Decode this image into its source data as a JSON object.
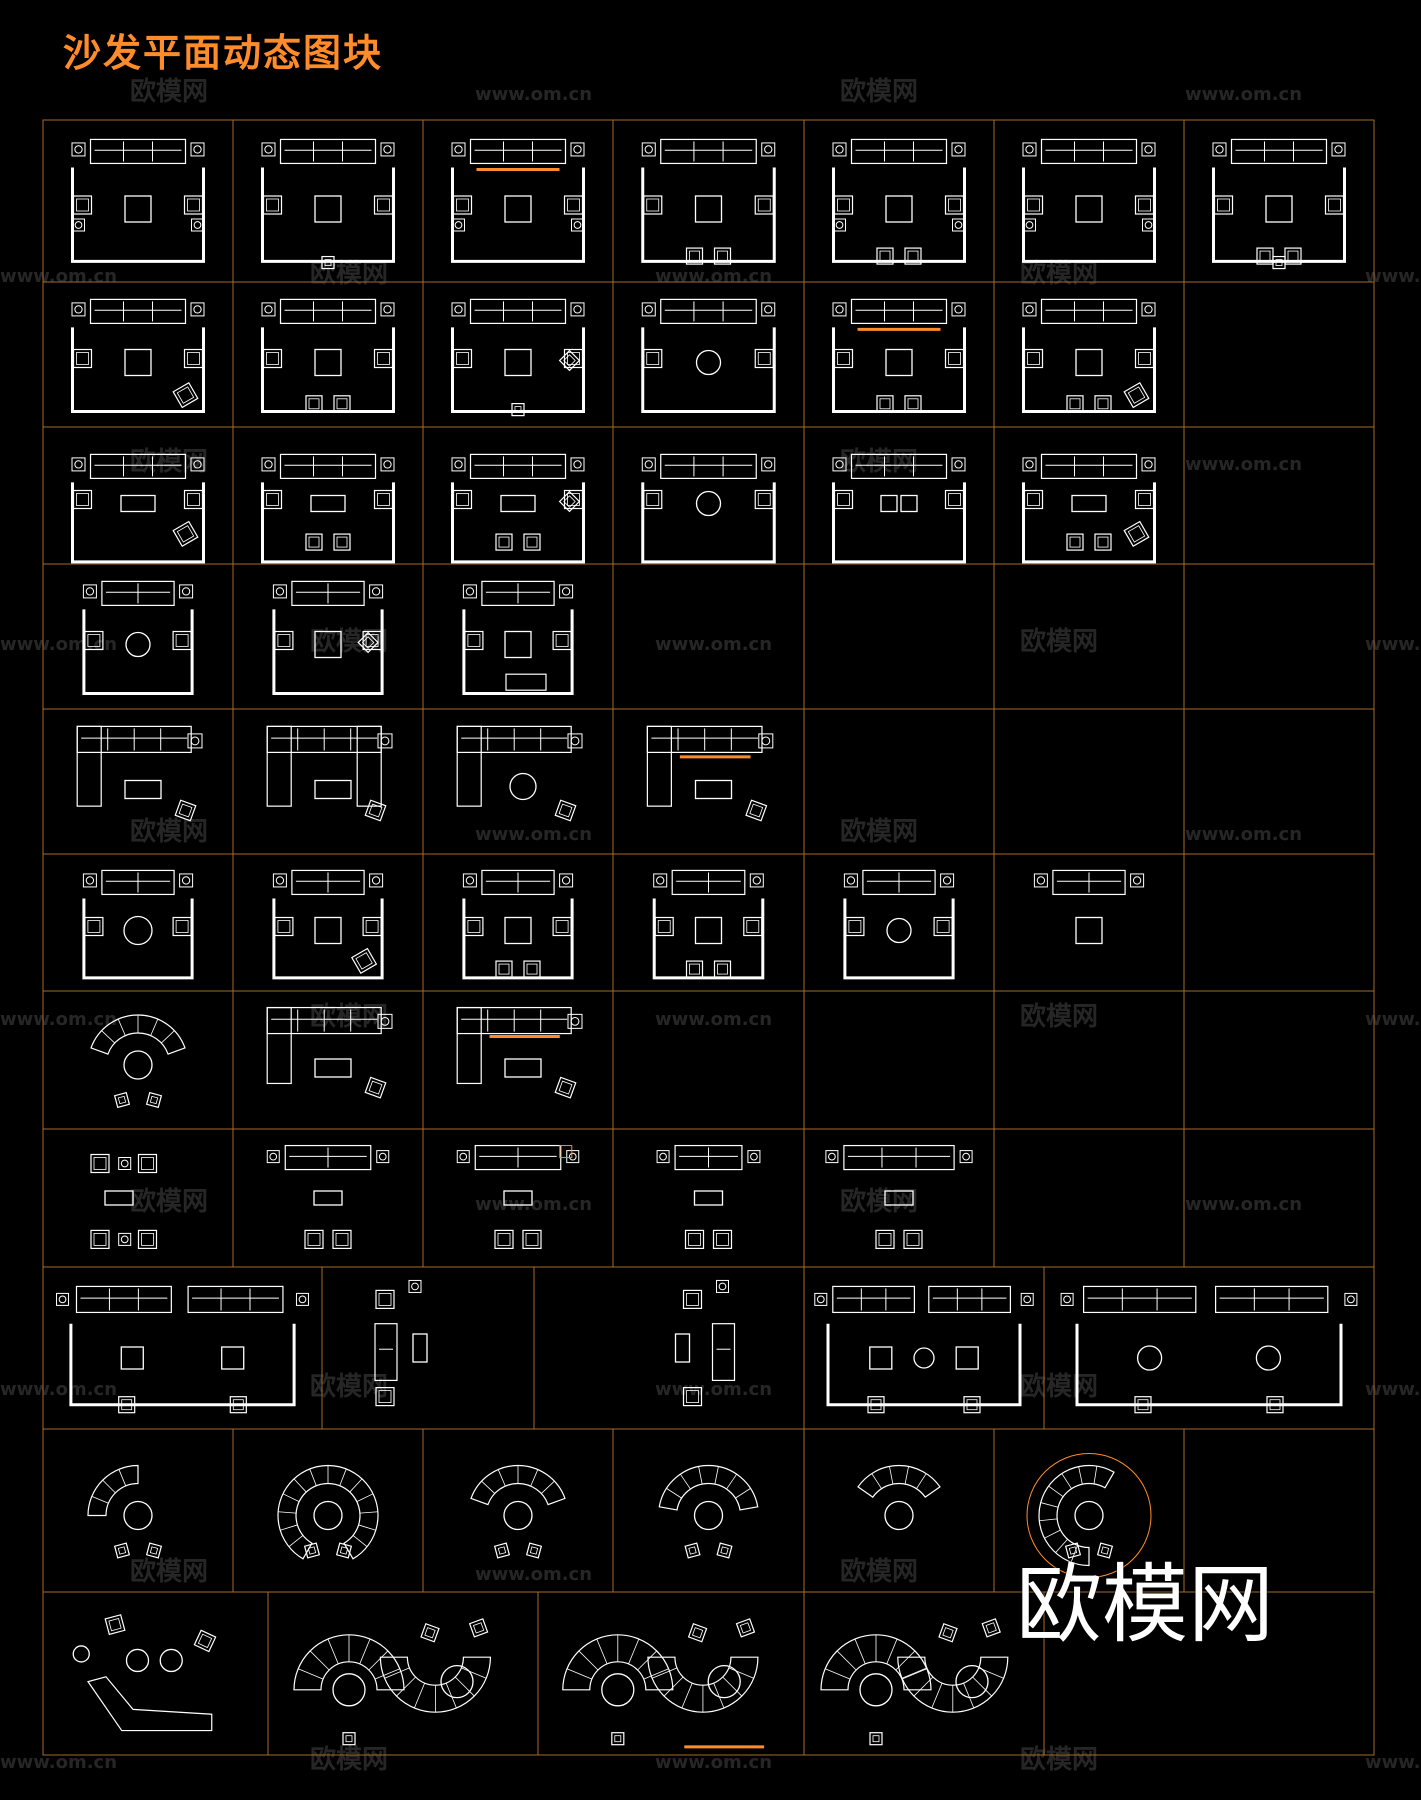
{
  "title": "沙发平面动态图块",
  "brand_watermark": "欧模网",
  "watermark_cn": "欧模网",
  "watermark_url": "www.om.cn",
  "colors": {
    "background": "#000000",
    "grid_line": "#a56a2a",
    "title": "#ff8c2a",
    "symbol_stroke": "#ffffff",
    "accent_line": "#ff8c2a",
    "watermark": "#262626",
    "brand": "#ffffff"
  },
  "sheet": {
    "rows": [
      {
        "cells": [
          "lounge-square-ends",
          "lounge-square-ottoman",
          "lounge-square-lamps-accent",
          "lounge-six-chairs",
          "lounge-four-chairs-ends",
          "lounge-three-per-side",
          "lounge-ottomans-pair"
        ]
      },
      {
        "cells": [
          "lounge-chair-angled",
          "lounge-bottom-chairs",
          "lounge-diamond-ottoman",
          "lounge-round-table",
          "lounge-bottom-three-accent",
          "lounge-angled-chairs",
          ""
        ]
      },
      {
        "cells": [
          "wide-angled-chair",
          "wide-two-chairs",
          "wide-diamond-pair",
          "wide-round-corners",
          "wide-double-table",
          "wide-tilted-chairs",
          ""
        ]
      },
      {
        "cells": [
          "loveseat-round-table",
          "loveseat-diamond",
          "loveseat-chaise",
          "",
          "",
          "",
          ""
        ]
      },
      {
        "cells": [
          "sectional-l",
          "sectional-u",
          "sectional-round-table",
          "sectional-daybed-accent",
          "",
          "",
          ""
        ]
      },
      {
        "cells": [
          "small-oval-table",
          "small-angled-chair",
          "small-corner-chairs",
          "small-chair-pair",
          "small-round-table",
          "small-loveseat-only",
          ""
        ]
      },
      {
        "cells": [
          "curved-u-sectional",
          "corner-sectional-ottomans",
          "corner-sectional-accent",
          "",
          "",
          "",
          ""
        ]
      },
      {
        "cells": [
          "facing-chairs",
          "facing-sofa-chairs",
          "sofa-ottoman-pair",
          "facing-sofa-small",
          "facing-sofa-long",
          "",
          ""
        ]
      },
      {
        "cells": [
          "double-set-long",
          "side-chairs-left",
          "side-chairs-right",
          "double-set-round",
          "double-set-circles"
        ]
      },
      {
        "cells": [
          "curved-quarter",
          "curved-ring",
          "curved-half",
          "curved-arc-chairs",
          "curved-shallow",
          "curved-circle",
          ""
        ]
      },
      {
        "cells": [
          "lounge-chaise-group",
          "serpentine-one",
          "serpentine-two",
          "serpentine-s"
        ]
      }
    ]
  }
}
